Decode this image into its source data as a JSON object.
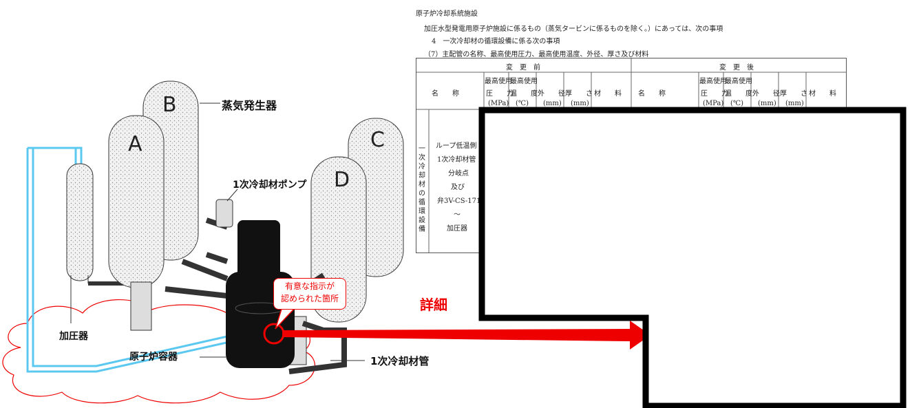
{
  "document": {
    "section_title": "原子炉冷却系統施設",
    "line1": "加圧水型発電用原子炉施設に係るもの（蒸気タービンに係るものを除く。）にあっては、次の事項",
    "line2": "4　一次冷却材の循環設備に係る次の事項",
    "line3": "（7）主配管の名称、最高使用圧力、最高使用温度、外径、厚さ及び材料",
    "table": {
      "before_label": "変　更　前",
      "after_label": "変　更　後",
      "columns": [
        "名　　称",
        "最高使用圧　力(MPa)",
        "最高使用温　度(℃)",
        "外　径(mm)",
        "厚　さ(mm)",
        "材　料"
      ],
      "col_name": "名　　称",
      "col_pressure_1": "最高使用",
      "col_pressure_2": "圧　　力",
      "col_pressure_3": "(MPa)",
      "col_temp_1": "最高使用",
      "col_temp_2": "温　　度",
      "col_temp_3": "(℃)",
      "col_od": "外　　径",
      "col_od_unit": "(mm)",
      "col_thk": "厚　　さ",
      "col_thk_unit": "(mm)",
      "col_mat": "材　　料",
      "row_group": "一次冷却材の循環設備",
      "row_name_lines": [
        "ループ低温側",
        "1次冷却材管",
        "分岐点",
        "及び",
        "弁3V-CS-171",
        "～",
        "加圧器"
      ]
    }
  },
  "diagram": {
    "steam_generators": [
      "A",
      "B",
      "C",
      "D"
    ],
    "steam_generator_label": "蒸気発生器",
    "pump_label": "1次冷却材ポンプ",
    "pressurizer_label": "加圧器",
    "vessel_label": "原子炉容器",
    "pipe_label": "1次冷却材管",
    "callout": "有意な指示が\n認められた箇所",
    "callout_line1": "有意な指示が",
    "callout_line2": "認められた箇所",
    "detail_label": "詳細"
  },
  "colors": {
    "accent_red": "#e00000",
    "pipe_blue": "#5bc8f0",
    "vessel_black": "#111111",
    "stipple_gray": "#e6e6e6"
  }
}
